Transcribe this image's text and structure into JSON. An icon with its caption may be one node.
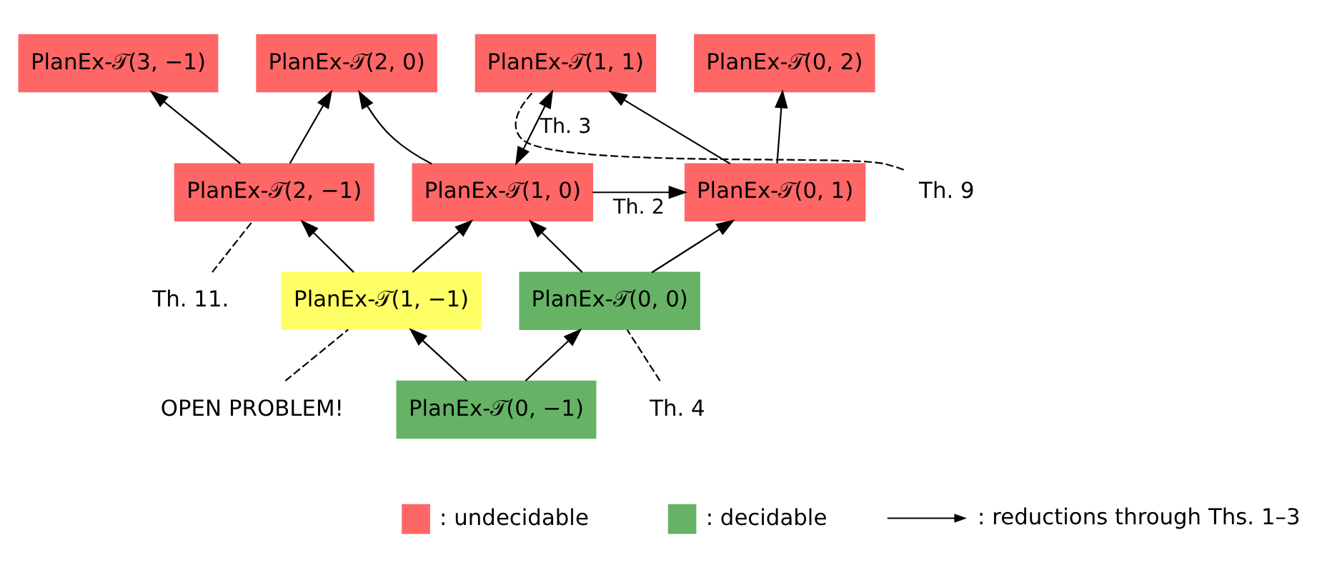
{
  "diagram": {
    "nodes": [
      {
        "text": [
          "PlanEx-𝒯(3, −1)"
        ]
      },
      {
        "text": [
          "PlanEx-𝒯(2, 0)"
        ]
      },
      {
        "text": [
          "PlanEx-𝒯(1, 1)"
        ]
      },
      {
        "text": [
          "PlanEx-𝒯(0, 2)"
        ]
      },
      {
        "text": [
          "Th. 9"
        ]
      },
      {
        "text": [
          "PlanEx-𝒯(2, −1)"
        ]
      },
      {
        "text": [
          "PlanEx-𝒯(1, 0)"
        ]
      },
      {
        "text": [
          "PlanEx-𝒯(0, 1)"
        ]
      },
      {
        "text": [
          "Th. 11."
        ]
      },
      {
        "text": [
          "PlanEx-𝒯(1, −1)"
        ]
      },
      {
        "text": [
          "PlanEx-𝒯(0, 0)"
        ]
      },
      {
        "text": [
          "OPEN PROBLEM!"
        ]
      },
      {
        "text": [
          "Th. 4"
        ]
      },
      {
        "text": [
          "PlanEx-𝒯(0, −1)"
        ]
      }
    ],
    "edges": [
      {
        "from": 13,
        "to": 9,
        "arrow": "to"
      },
      {
        "from": 13,
        "to": 10,
        "arrow": "to"
      },
      {
        "from": 9,
        "to": 5,
        "arrow": "to"
      },
      {
        "from": 9,
        "to": 6,
        "arrow": "to"
      },
      {
        "from": 10,
        "to": 6,
        "arrow": "to"
      },
      {
        "from": 10,
        "to": 7,
        "arrow": "to"
      },
      {
        "from": 5,
        "to": 0,
        "arrow": "to"
      },
      {
        "from": 5,
        "to": 1,
        "arrow": "to"
      },
      {
        "from": 6,
        "to": 1,
        "arrow": "to"
      },
      {
        "from": 6,
        "to": 2,
        "arrow": "both",
        "label": "Th. 3"
      },
      {
        "from": 6,
        "to": 7,
        "arrow": "to",
        "label": "Th. 2"
      },
      {
        "from": 7,
        "to": 2,
        "arrow": "to"
      },
      {
        "from": 7,
        "to": 3,
        "arrow": "to"
      },
      {
        "from": 4,
        "to": 2,
        "arrow": "none",
        "style": "dashed"
      },
      {
        "from": 8,
        "to": 5,
        "arrow": "none",
        "style": "dashed"
      },
      {
        "from": 11,
        "to": 9,
        "arrow": "none",
        "style": "dashed"
      },
      {
        "from": 12,
        "to": 10,
        "arrow": "none",
        "style": "dashed"
      }
    ],
    "legend": [
      {
        "text": ": undecidable",
        "color": "#ff6666"
      },
      {
        "text": ": decidable",
        "color": "#66b366"
      },
      {
        "text": ": reductions through Ths. 1–3"
      }
    ]
  }
}
